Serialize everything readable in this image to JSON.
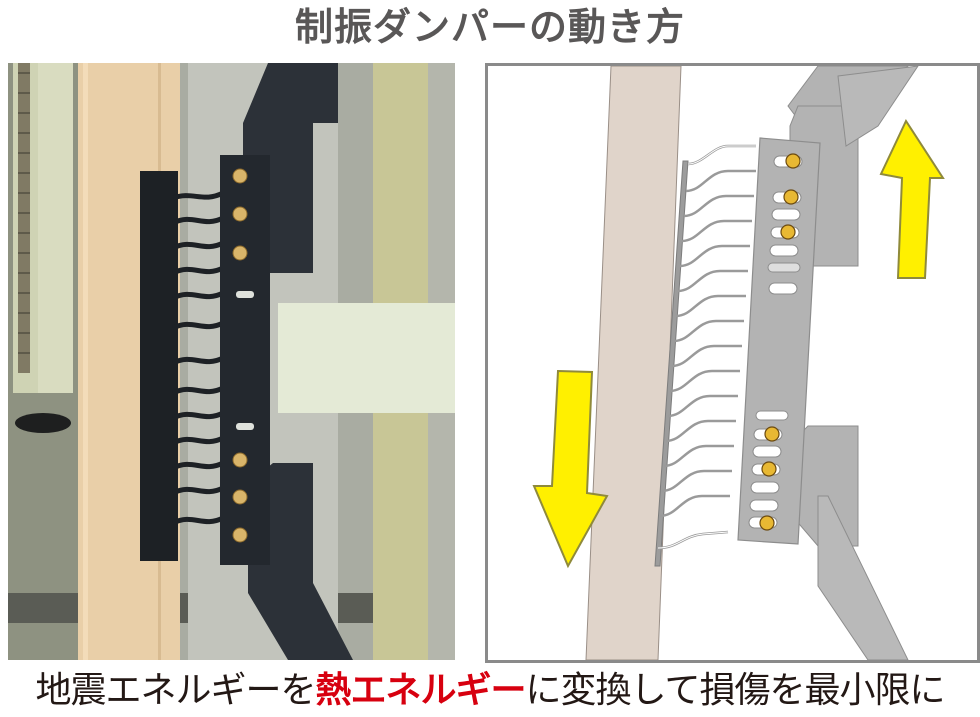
{
  "title": "制振ダンパーの動き方",
  "photo": {
    "label": "damper-photo",
    "description": "Photo of vibration damper mounted between wooden column and steel frame"
  },
  "diagram": {
    "label": "damper-diagram",
    "arrow_up": "up-arrow",
    "arrow_down": "down-arrow",
    "colors": {
      "column": "#e0d4ca",
      "plate": "#b3b3b3",
      "bolt": "#e8b833",
      "arrow": "#fff000",
      "arrow_outline": "#8f8a3b",
      "border": "#8a8a8a"
    }
  },
  "caption": {
    "part1": "地震エネルギーを",
    "highlight": "熱エネルギー",
    "part2": "に変換して損傷を最小限に",
    "highlight_color": "#d7000f"
  }
}
